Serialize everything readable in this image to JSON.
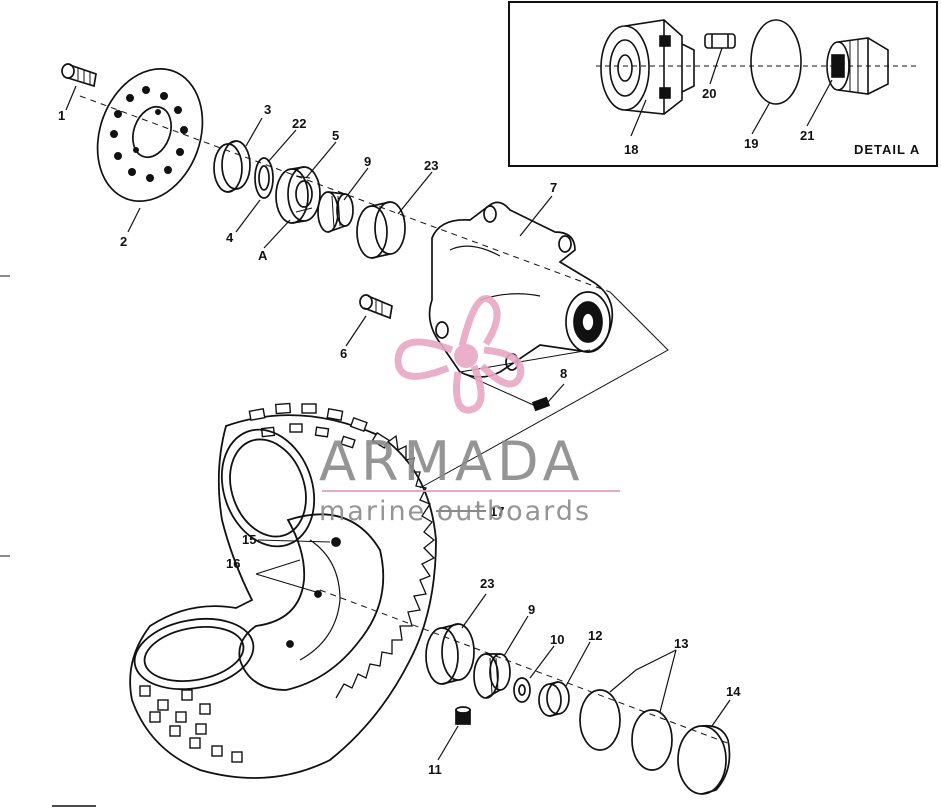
{
  "diagram": {
    "detail_caption": "DETAIL  A",
    "part_labels": [
      "1",
      "2",
      "3",
      "22",
      "4",
      "A",
      "5",
      "9",
      "23",
      "7",
      "6",
      "8",
      "17",
      "15",
      "16",
      "23",
      "9",
      "10",
      "12",
      "13",
      "14",
      "11",
      "18",
      "20",
      "19",
      "21"
    ]
  },
  "watermark": {
    "title": "ARMADA",
    "subtitle": "marine outboards",
    "colors": {
      "text": "#8a8a8a",
      "logo": "#e9a8c4",
      "rule": "#e3a2be"
    }
  }
}
